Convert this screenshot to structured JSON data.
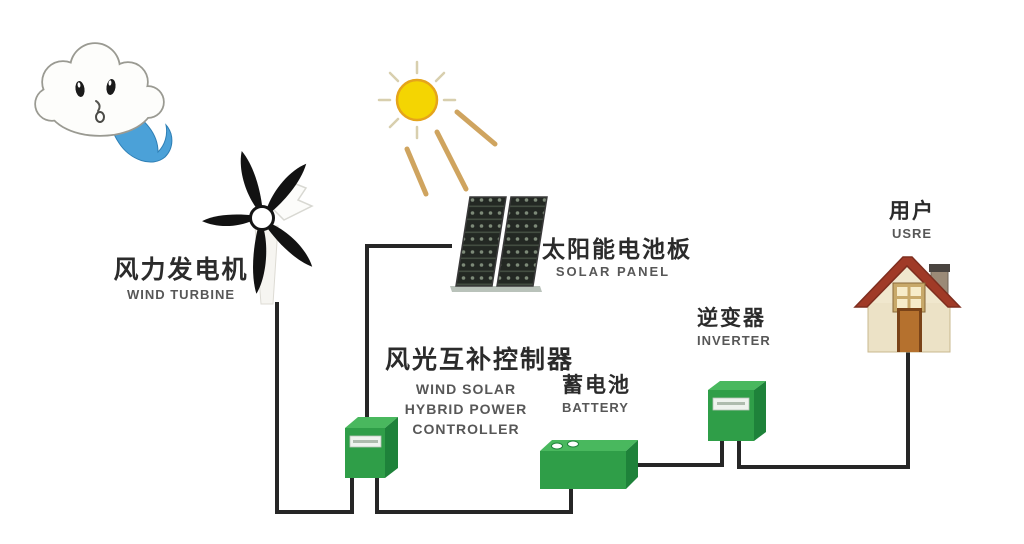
{
  "nodes": {
    "wind_turbine": {
      "zh": "风力发电机",
      "en": "WIND TURBINE"
    },
    "solar_panel": {
      "zh": "太阳能电池板",
      "en": "SOLAR PANEL"
    },
    "controller": {
      "zh": "风光互补控制器",
      "en_lines": [
        "WIND SOLAR",
        "HYBRID POWER",
        "CONTROLLER"
      ]
    },
    "battery": {
      "zh": "蓄电池",
      "en": "BATTERY"
    },
    "inverter": {
      "zh": "逆变器",
      "en": "INVERTER"
    },
    "user": {
      "zh": "用户",
      "en": "USRE"
    }
  },
  "colors": {
    "box_green_front": "#2f9e48",
    "box_green_top": "#49b85e",
    "box_green_side": "#1e823a",
    "wire": "#262626",
    "sun_yellow": "#f4d502",
    "sun_edge": "#e5a41b",
    "beam_tan": "#cfa45f",
    "wind_blue": "#4ba1d8",
    "roof_red": "#a03a27",
    "wall_cream": "#ece2c6",
    "panel_dark": "#232823",
    "label_zh": "#2b2b2b",
    "label_en": "#575757"
  }
}
